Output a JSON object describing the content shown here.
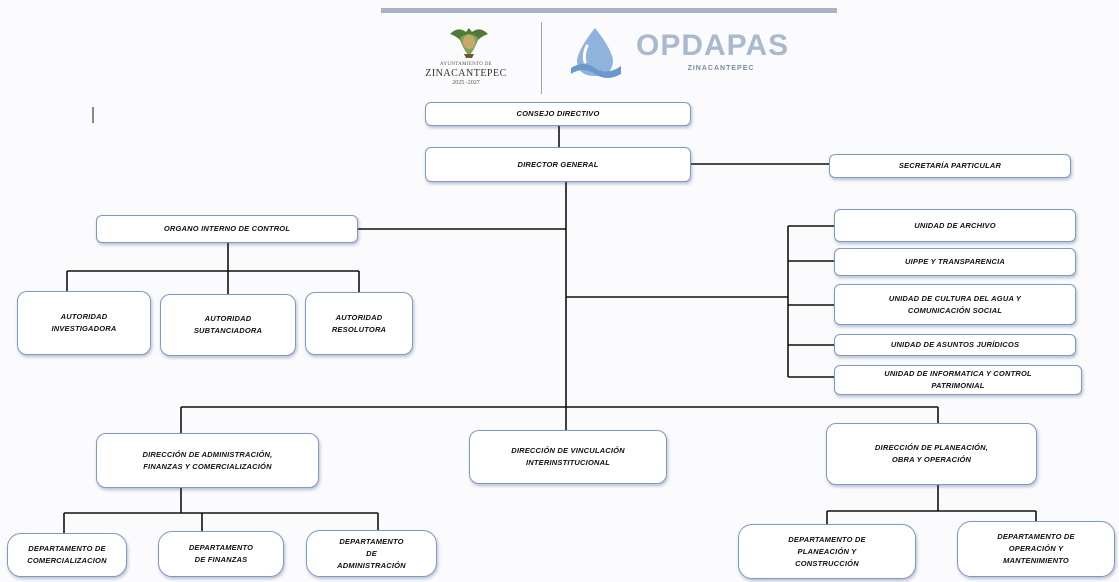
{
  "header": {
    "left_logo": {
      "line1": "AYUNTAMIENTO DE",
      "line2": "ZINACANTEPEC",
      "line3": "2025 -2027"
    },
    "right_logo": {
      "title": "OPDAPAS",
      "subtitle": "ZINACANTEPEC"
    }
  },
  "colors": {
    "border": "#7f98c7",
    "line": "#111111",
    "header_bar": "#a9b2c4",
    "brand_blue": "#8fb3dd"
  },
  "org": {
    "consejo": "CONSEJO DIRECTIVO",
    "director": "DIRECTOR GENERAL",
    "secretaria": "SECRETARÍA PARTICULAR",
    "organo": "ORGANO INTERNO DE CONTROL",
    "autoridad_investigadora": "AUTORIDAD\nINVESTIGADORA",
    "autoridad_subtanciadora": "AUTORIDAD\nSUBTANCIADORA",
    "autoridad_resolutora": "AUTORIDAD\nRESOLUTORA",
    "unidad_archivo": "UNIDAD DE ARCHIVO",
    "uippe": "UIPPE Y TRANSPARENCIA",
    "unidad_cultura": "UNIDAD DE CULTURA DEL AGUA Y\nCOMUNICACIÓN SOCIAL",
    "unidad_juridicos": "UNIDAD DE ASUNTOS JURÍDICOS",
    "unidad_informatica": "UNIDAD DE INFORMATICA Y CONTROL\nPATRIMONIAL",
    "dir_admin": "DIRECCIÓN DE ADMINISTRACIÓN,\nFINANZAS Y COMERCIALIZACIÓN",
    "dir_vinculacion": "DIRECCIÓN DE VINCULACIÓN\nINTERINSTITUCIONAL",
    "dir_planeacion": "DIRECCIÓN DE PLANEACIÓN,\nOBRA Y OPERACIÓN",
    "depto_comercializacion": "DEPARTAMENTO DE\nCOMERCIALIZACION",
    "depto_finanzas": "DEPARTAMENTO\nDE FINANZAS",
    "depto_administracion": "DEPARTAMENTO\nDE\nADMINISTRACIÓN",
    "depto_planeacion": "DEPARTAMENTO DE\nPLANEACIÓN Y\nCONSTRUCCIÓN",
    "depto_operacion": "DEPARTAMENTO DE\nOPERACIÓN Y\nMANTENIMIENTO"
  }
}
